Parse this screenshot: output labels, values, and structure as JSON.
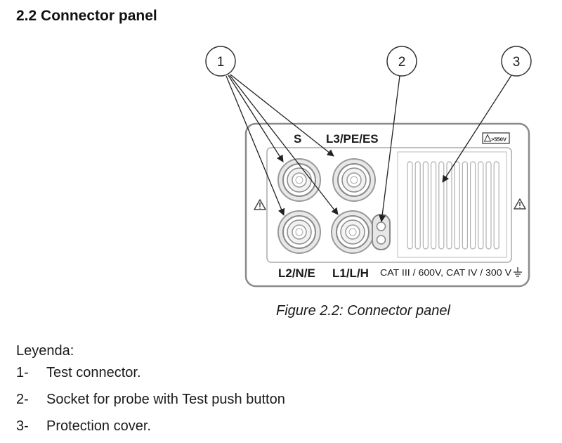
{
  "section": {
    "heading": "2.2 Connector panel"
  },
  "figure": {
    "callouts": [
      "1",
      "2",
      "3"
    ],
    "panel_labels": {
      "s": "S",
      "l3": "L3/PE/ES",
      "l2": "L2/N/E",
      "l1": "L1/L/H",
      "rating": "CAT III / 600V, CAT IV / 300 V",
      "badge": ">550V"
    },
    "caption": "Figure 2.2: Connector panel"
  },
  "legend": {
    "title": "Leyenda:",
    "items": [
      {
        "num": "1-",
        "text": "Test connector."
      },
      {
        "num": "2-",
        "text": "Socket for probe with Test push button"
      },
      {
        "num": "3-",
        "text": "Protection cover."
      }
    ]
  }
}
